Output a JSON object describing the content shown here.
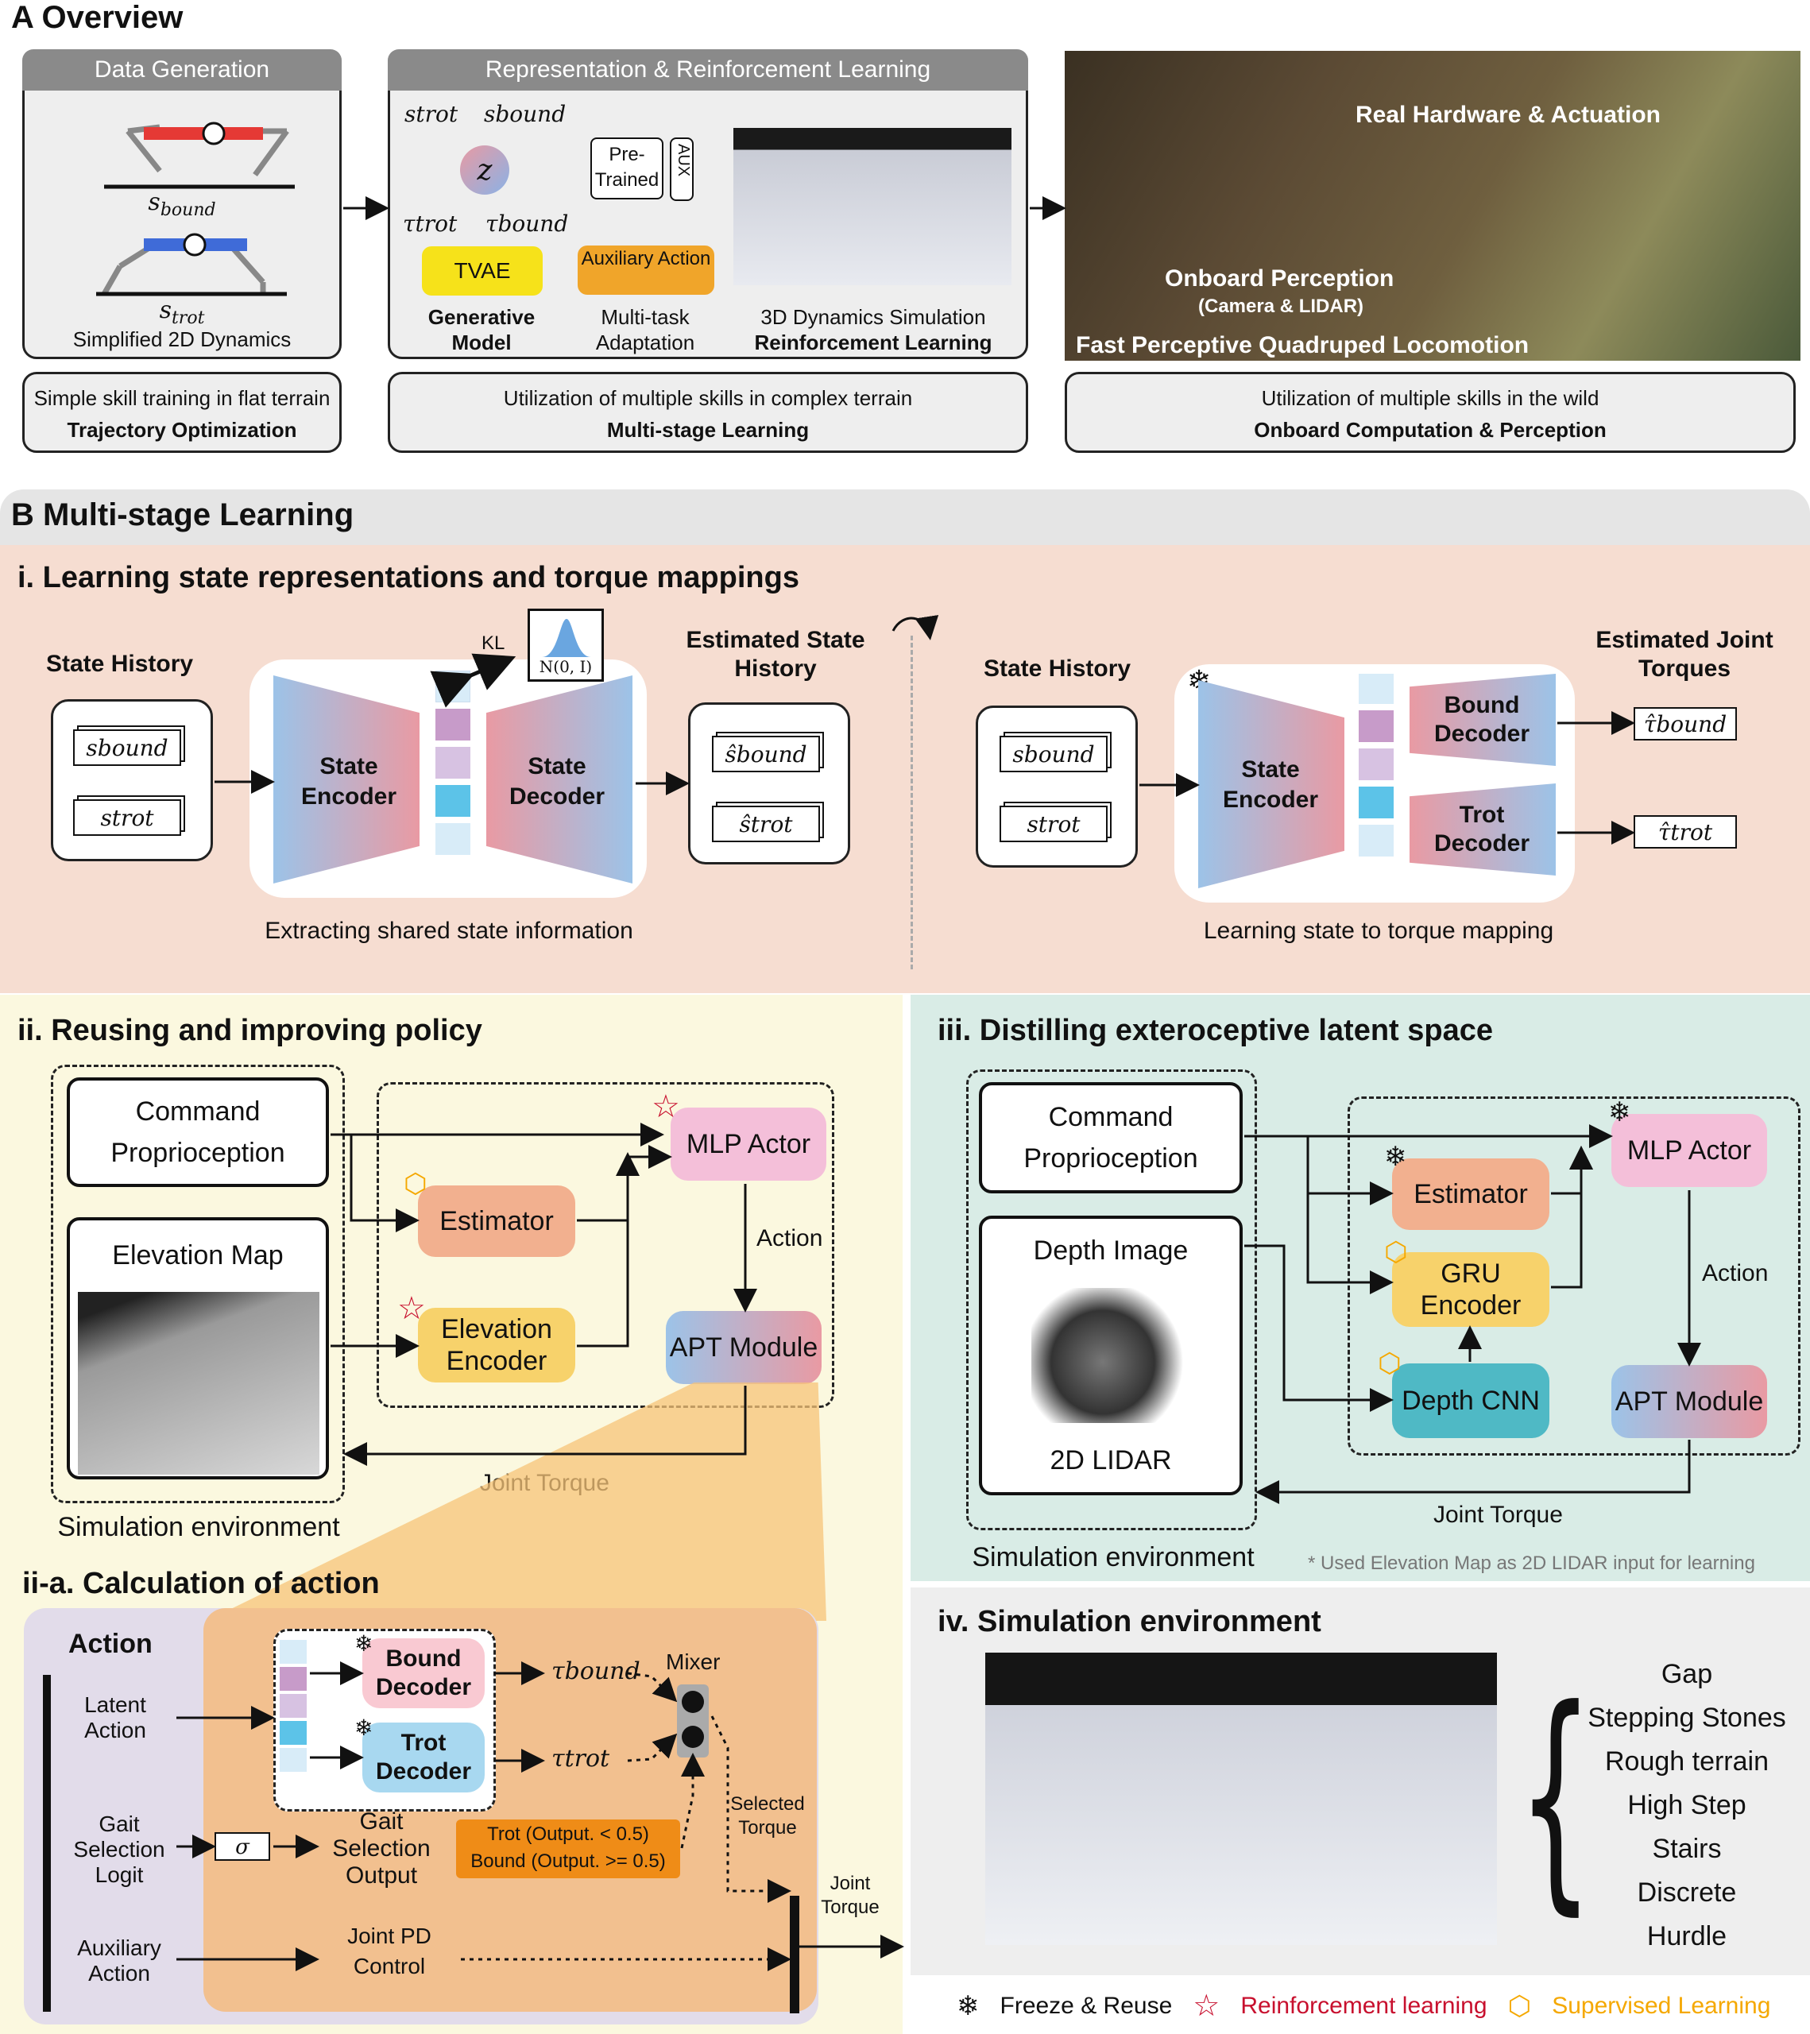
{
  "panelA": {
    "title": "A  Overview",
    "data_gen": {
      "header": "Data Generation",
      "s_bound": "s",
      "s_bound_sub": "bound",
      "s_trot": "s",
      "s_trot_sub": "trot",
      "caption": "Simplified 2D Dynamics"
    },
    "rep_rl": {
      "header": "Representation & Reinforcement Learning",
      "s_trot": "strot",
      "s_bound": "sbound",
      "z": "z",
      "tau_trot": "τtrot",
      "tau_bound": "τbound",
      "tvae": "TVAE",
      "gen1": "Generative",
      "gen2": "Model",
      "pretrained": "Pre-Trained",
      "aux": "AUX",
      "aux_action": "Auxiliary Action",
      "mt1": "Multi-task",
      "mt2": "Adaptation",
      "sim1": "3D Dynamics Simulation",
      "sim2": "Reinforcement Learning"
    },
    "photo": {
      "real_hw": "Real Hardware & Actuation",
      "onboard": "Onboard Perception",
      "onboard2": "(Camera & LIDAR)",
      "fast": "Fast Perceptive Quadruped Locomotion"
    },
    "bottom": [
      {
        "line1": "Simple skill training in flat terrain",
        "line2": "Trajectory Optimization"
      },
      {
        "line1": "Utilization of multiple skills in complex terrain",
        "line2": "Multi-stage Learning"
      },
      {
        "line1": "Utilization of multiple skills in the wild",
        "line2": "Onboard Computation & Perception"
      }
    ]
  },
  "panelB": {
    "title": "B  Multi-stage Learning",
    "i": {
      "title": "i. Learning state representations and torque mappings",
      "state_history": "State History",
      "s_bound": "sbound",
      "s_trot": "strot",
      "kl": "KL",
      "normal": "N(0, I)",
      "state_encoder": "State Encoder",
      "state_decoder": "State Decoder",
      "est_state": "Estimated State History",
      "shat_bound": "ŝbound",
      "shat_trot": "ŝtrot",
      "caption_left": "Extracting shared state information",
      "state_history2": "State History",
      "bound_decoder": "Bound Decoder",
      "trot_decoder": "Trot Decoder",
      "est_torque": "Estimated Joint Torques",
      "tau_bound": "τ̂bound",
      "tau_trot": "τ̂trot",
      "caption_right": "Learning state to torque mapping"
    },
    "ii": {
      "title": "ii. Reusing and improving policy",
      "command": "Command",
      "proprio": "Proprioception",
      "elev_map": "Elevation Map",
      "estimator": "Estimator",
      "elev_enc": "Elevation Encoder",
      "mlp": "MLP Actor",
      "action": "Action",
      "apt": "APT Module",
      "joint_torque": "Joint Torque",
      "sim_env": "Simulation environment"
    },
    "iia": {
      "title": "ii-a. Calculation of action",
      "action": "Action",
      "latent": "Latent Action",
      "gait": "Gait Selection Logit",
      "aux": "Auxiliary Action",
      "bound_dec": "Bound Decoder",
      "trot_dec": "Trot Decoder",
      "tau_bound": "τbound",
      "tau_trot": "τtrot",
      "mixer": "Mixer",
      "sigma": "σ",
      "gso": "Gait Selection Output",
      "rule1": "Trot (Output. < 0.5)",
      "rule2": "Bound (Output. >= 0.5)",
      "selected": "Selected Torque",
      "joint_pd": "Joint PD Control",
      "joint_torque": "Joint Torque"
    },
    "iii": {
      "title": "iii. Distilling exteroceptive latent space",
      "command": "Command",
      "proprio": "Proprioception",
      "depth": "Depth Image",
      "lidar": "2D LIDAR",
      "estimator": "Estimator",
      "gru": "GRU Encoder",
      "cnn": "Depth CNN",
      "mlp": "MLP Actor",
      "action": "Action",
      "apt": "APT Module",
      "joint_torque": "Joint Torque",
      "sim_env": "Simulation environment",
      "note": "* Used Elevation Map as 2D LIDAR input for learning"
    },
    "iv": {
      "title": "iv. Simulation environment",
      "terrains": [
        "Gap",
        "Stepping Stones",
        "Rough terrain",
        "High Step",
        "Stairs",
        "Discrete",
        "Hurdle"
      ]
    },
    "legend": {
      "freeze": "Freeze & Reuse",
      "rl": "Reinforcement learning",
      "sl": "Supervised Learning"
    }
  },
  "colors": {
    "encoder_blue": "#9cc3e8",
    "encoder_red": "#e99aa3",
    "estimator": "#f2b08f",
    "yellow_node": "#f7d26b",
    "mlp_pink": "#f4bfd9",
    "cnn_teal": "#4fb9c5",
    "rl_red": "#c8102e",
    "sl_orange": "#f5a800",
    "panel_i_bg": "#f6ddd1",
    "panel_ii_bg": "#fbf8df",
    "panel_iii_bg": "#d9ece6"
  }
}
